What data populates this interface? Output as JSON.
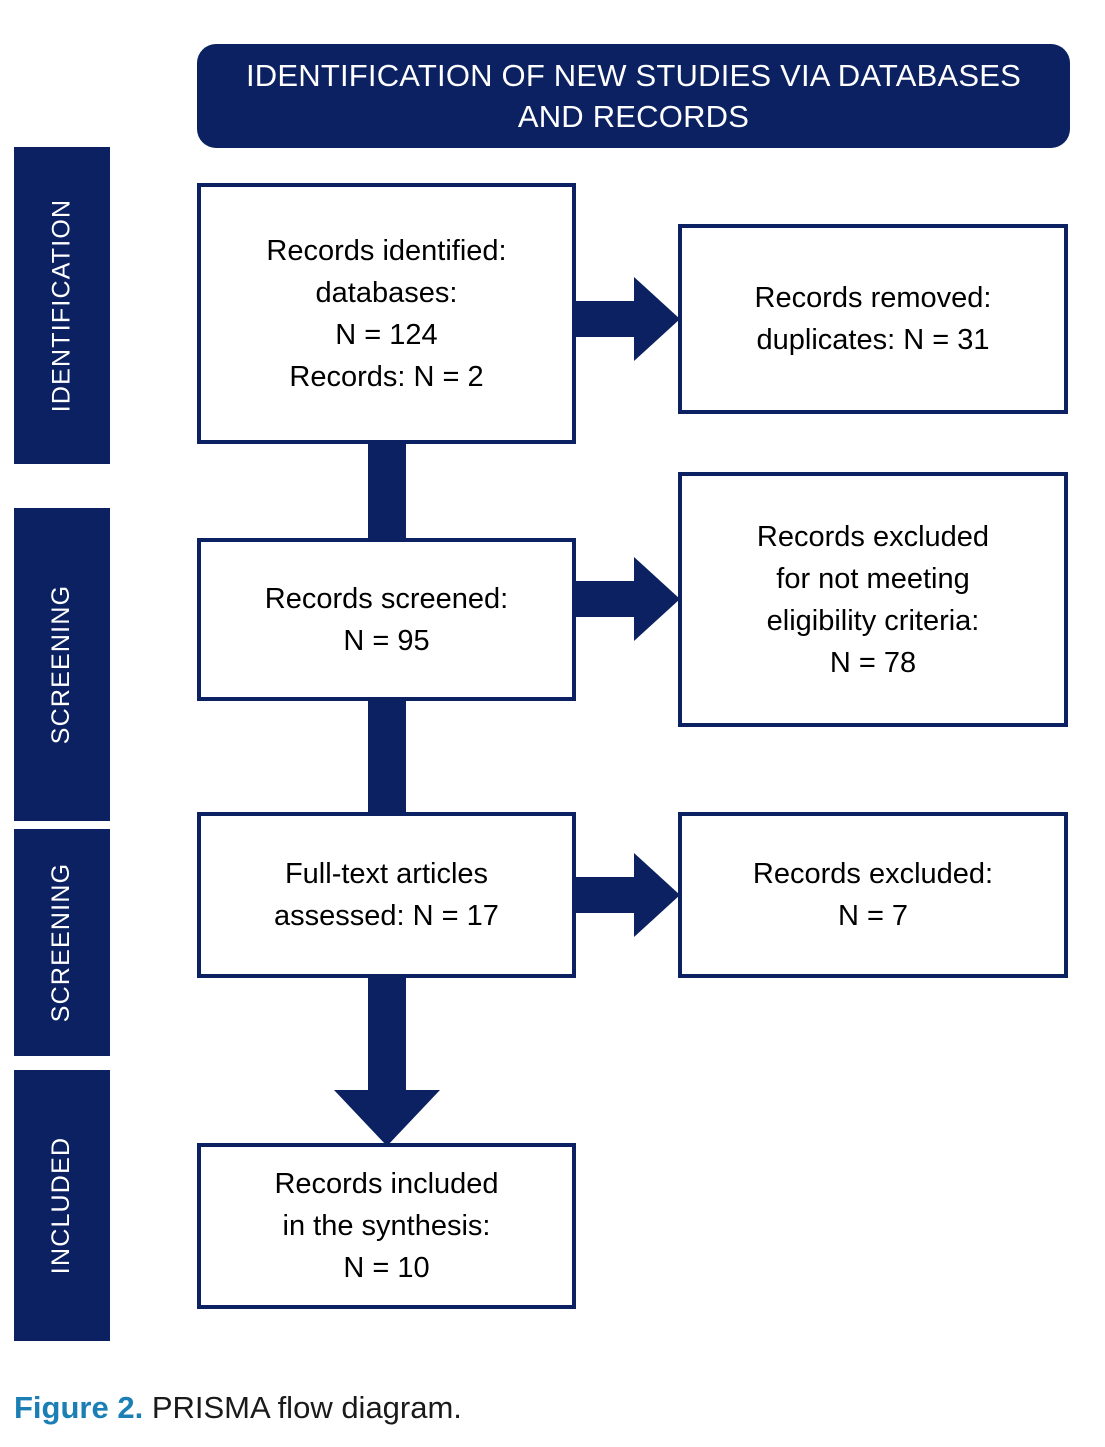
{
  "figure": {
    "header": {
      "title": "IDENTIFICATION OF NEW STUDIES VIA DATABASES\nAND RECORDS",
      "background_color": "#0b2161",
      "text_color": "#ffffff"
    },
    "stages": [
      {
        "label": "IDENTIFICATION"
      },
      {
        "label": "SCREENING"
      },
      {
        "label": "SCREENING"
      },
      {
        "label": "INCLUDED"
      }
    ],
    "boxes": {
      "identified": {
        "text": "Records identified:\ndatabases:\nN = 124\nRecords: N = 2"
      },
      "removed": {
        "text": "Records removed:\nduplicates: N = 31"
      },
      "screened": {
        "text": "Records screened:\nN = 95"
      },
      "excluded_eligibility": {
        "text": "Records excluded\nfor not meeting\neligibility criteria:\nN = 78"
      },
      "fulltext": {
        "text": "Full-text articles\nassessed: N = 17"
      },
      "excluded": {
        "text": "Records excluded:\nN = 7"
      },
      "included": {
        "text": "Records included\nin the synthesis:\nN = 10"
      }
    },
    "counts": {
      "records_identified_databases": 124,
      "records_identified_records": 2,
      "records_removed_duplicates": 31,
      "records_screened": 95,
      "records_excluded_eligibility": 78,
      "fulltext_assessed": 17,
      "records_excluded": 7,
      "records_included": 10
    },
    "caption": {
      "label": "Figure 2.",
      "text": " PRISMA flow diagram.",
      "label_color": "#1b7fb5"
    },
    "colors": {
      "navy": "#0b2161",
      "accent": "#1b7fb5",
      "box_border": "#0b2161",
      "box_fill": "#ffffff",
      "page_background": "#ffffff"
    }
  }
}
